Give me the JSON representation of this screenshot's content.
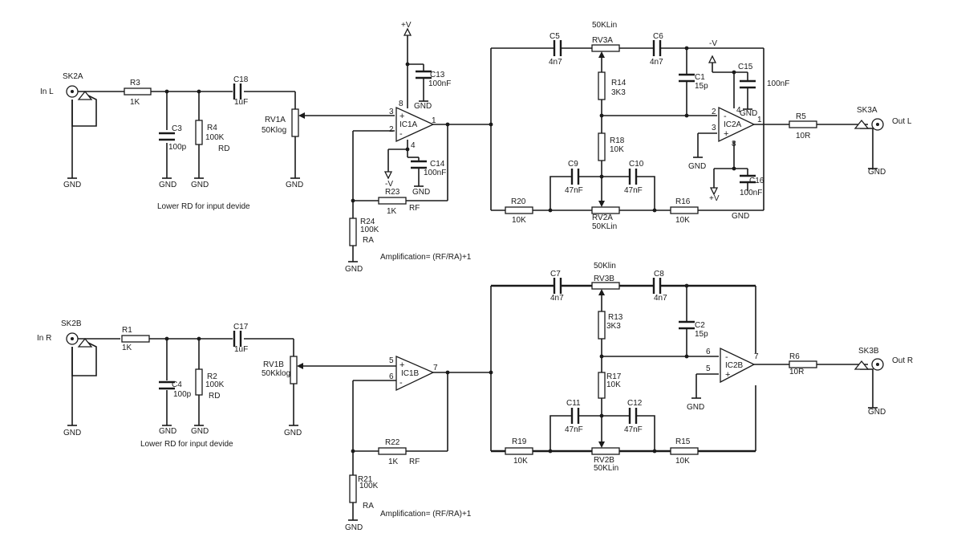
{
  "top": {
    "connectors": {
      "sk2a": {
        "ref": "SK2A",
        "label": "In L"
      },
      "sk3a": {
        "ref": "SK3A",
        "label": "Out L"
      }
    },
    "resistors": {
      "r3": {
        "ref": "R3",
        "value": "1K"
      },
      "r4": {
        "ref": "R4",
        "value": "100K",
        "tag": "RD"
      },
      "r23": {
        "ref": "R23",
        "value": "1K",
        "tag": "RF"
      },
      "r24": {
        "ref": "R24",
        "value": "100K",
        "tag": "RA"
      },
      "r20": {
        "ref": "R20",
        "value": "10K"
      },
      "r16": {
        "ref": "R16",
        "value": "10K"
      },
      "r14": {
        "ref": "R14",
        "value": "3K3"
      },
      "r18": {
        "ref": "R18",
        "value": "10K"
      },
      "r5": {
        "ref": "R5",
        "value": "10R"
      }
    },
    "capacitors": {
      "c3": {
        "ref": "C3",
        "value": "100p"
      },
      "c18": {
        "ref": "C18",
        "value": "1uF"
      },
      "c13": {
        "ref": "C13",
        "value": "100nF"
      },
      "c14": {
        "ref": "C14",
        "value": "100nF"
      },
      "c5": {
        "ref": "C5",
        "value": "4n7"
      },
      "c6": {
        "ref": "C6",
        "value": "4n7"
      },
      "c9": {
        "ref": "C9",
        "value": "47nF"
      },
      "c10": {
        "ref": "C10",
        "value": "47nF"
      },
      "c1": {
        "ref": "C1",
        "value": "15p"
      },
      "c15": {
        "ref": "C15",
        "value": "100nF"
      },
      "c16": {
        "ref": "C16",
        "value": "100nF"
      }
    },
    "pots": {
      "rv1a": {
        "ref": "RV1A",
        "value": "50Klog"
      },
      "rv3a": {
        "ref": "RV3A",
        "value": "50KLin"
      },
      "rv2a": {
        "ref": "RV2A",
        "value": "50KLin"
      }
    },
    "opamps": {
      "ic1a": {
        "ref": "IC1A",
        "pin_plus": "3",
        "pin_minus": "2",
        "pin_out": "1",
        "pin_vp": "8",
        "pin_vn": "4"
      },
      "ic2a": {
        "ref": "IC2A",
        "pin_plus": "3",
        "pin_minus": "2",
        "pin_out": "1",
        "pin_vp": "8",
        "pin_vn": "4"
      }
    },
    "note_rd": "Lower RD for input devide",
    "note_amp": "Amplification= (RF/RA)+1"
  },
  "bottom": {
    "connectors": {
      "sk2b": {
        "ref": "SK2B",
        "label": "In R"
      },
      "sk3b": {
        "ref": "SK3B",
        "label": "Out R"
      }
    },
    "resistors": {
      "r1": {
        "ref": "R1",
        "value": "1K"
      },
      "r2": {
        "ref": "R2",
        "value": "100K",
        "tag": "RD"
      },
      "r22": {
        "ref": "R22",
        "value": "1K",
        "tag": "RF"
      },
      "r21": {
        "ref": "R21",
        "value": "100K",
        "tag": "RA"
      },
      "r19": {
        "ref": "R19",
        "value": "10K"
      },
      "r15": {
        "ref": "R15",
        "value": "10K"
      },
      "r13": {
        "ref": "R13",
        "value": "3K3"
      },
      "r17": {
        "ref": "R17",
        "value": "10K"
      },
      "r6": {
        "ref": "R6",
        "value": "10R"
      }
    },
    "capacitors": {
      "c4": {
        "ref": "C4",
        "value": "100p"
      },
      "c17": {
        "ref": "C17",
        "value": "1uF"
      },
      "c7": {
        "ref": "C7",
        "value": "4n7"
      },
      "c8": {
        "ref": "C8",
        "value": "4n7"
      },
      "c11": {
        "ref": "C11",
        "value": "47nF"
      },
      "c12": {
        "ref": "C12",
        "value": "47nF"
      },
      "c2": {
        "ref": "C2",
        "value": "15p"
      }
    },
    "pots": {
      "rv1b": {
        "ref": "RV1B",
        "value": "50Kklog"
      },
      "rv3b": {
        "ref": "RV3B",
        "value": "50Klin"
      },
      "rv2b": {
        "ref": "RV2B",
        "value": "50KLin"
      }
    },
    "opamps": {
      "ic1b": {
        "ref": "IC1B",
        "pin_plus": "5",
        "pin_minus": "6",
        "pin_out": "7"
      },
      "ic2b": {
        "ref": "IC2B",
        "pin_plus": "5",
        "pin_minus": "6",
        "pin_out": "7"
      }
    },
    "note_rd": "Lower RD for input devide",
    "note_amp": "Amplification= (RF/RA)+1"
  },
  "power": {
    "pos": "+V",
    "neg": "-V",
    "ground": "GND"
  },
  "signs": {
    "plus": "+",
    "minus": "-"
  }
}
